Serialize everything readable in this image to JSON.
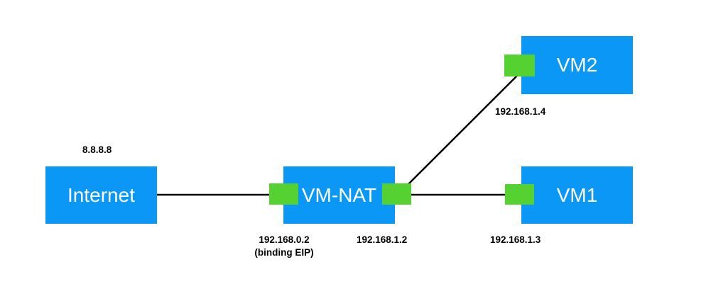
{
  "colors": {
    "node_fill": "#0b97f5",
    "node_text": "#ffffff",
    "port_fill": "#55d131",
    "link": "#000000",
    "label": "#000000"
  },
  "nodes": {
    "internet": {
      "label": "Internet"
    },
    "vm_nat": {
      "label": "VM-NAT"
    },
    "vm1": {
      "label": "VM1"
    },
    "vm2": {
      "label": "VM2"
    }
  },
  "addresses": {
    "internet_ip": "8.8.8.8",
    "nat_external_ip": "192.168.0.2",
    "nat_external_note": "(binding EIP)",
    "nat_internal_ip": "192.168.1.2",
    "vm1_ip": "192.168.1.3",
    "vm2_ip": "192.168.1.4"
  }
}
